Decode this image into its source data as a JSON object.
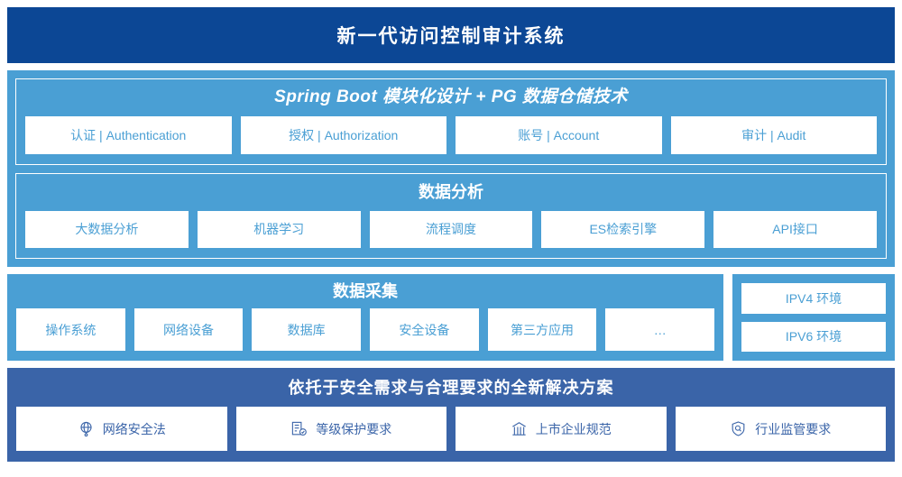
{
  "header": {
    "title": "新一代访问控制审计系统"
  },
  "platform": {
    "spring": {
      "title": "Spring Boot 模块化设计 + PG 数据仓储技术",
      "cards": [
        {
          "label": "认证 | Authentication"
        },
        {
          "label": "授权 | Authorization"
        },
        {
          "label": "账号 | Account"
        },
        {
          "label": "审计 | Audit"
        }
      ]
    },
    "analysis": {
      "title": "数据分析",
      "cards": [
        {
          "label": "大数据分析"
        },
        {
          "label": "机器学习"
        },
        {
          "label": "流程调度"
        },
        {
          "label": "ES检索引擎"
        },
        {
          "label": "API接口"
        }
      ]
    }
  },
  "collection": {
    "title": "数据采集",
    "cards": [
      {
        "label": "操作系统"
      },
      {
        "label": "网络设备"
      },
      {
        "label": "数据库"
      },
      {
        "label": "安全设备"
      },
      {
        "label": "第三方应用"
      },
      {
        "label": "…"
      }
    ]
  },
  "environment": {
    "cards": [
      {
        "label": "IPV4 环境"
      },
      {
        "label": "IPV6 环境"
      }
    ]
  },
  "solution": {
    "title": "依托于安全需求与合理要求的全新解决方案",
    "cards": [
      {
        "label": "网络安全法",
        "icon": "globe-icon"
      },
      {
        "label": "等级保护要求",
        "icon": "document-check-icon"
      },
      {
        "label": "上市企业规范",
        "icon": "bank-icon"
      },
      {
        "label": "行业监管要求",
        "icon": "shield-search-icon"
      }
    ]
  },
  "colors": {
    "header_navy": "#0c4795",
    "panel_blue": "#4a9fd4",
    "solution_blue": "#3a64a8",
    "card_white": "#ffffff"
  }
}
